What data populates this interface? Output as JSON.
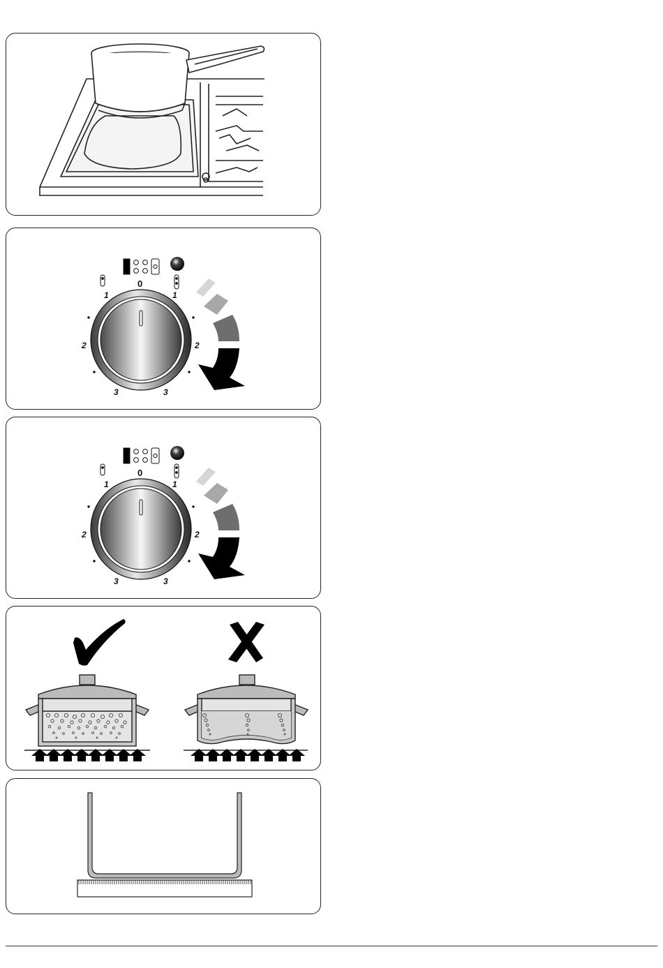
{
  "dials": [
    {
      "zero": "0",
      "left_labels": [
        "1",
        "2",
        "3"
      ],
      "right_labels": [
        "1",
        "2",
        "3"
      ]
    },
    {
      "zero": "0",
      "left_labels": [
        "1",
        "2",
        "3"
      ],
      "right_labels": [
        "1",
        "2",
        "3"
      ]
    }
  ],
  "pan_comparison": {
    "good": {
      "mark": "tick-icon"
    },
    "bad": {
      "mark": "cross-icon"
    }
  },
  "colors": {
    "outline": "#222222",
    "heat_light": "#d6d6d6",
    "heat_mid": "#a8a8a8",
    "heat_dark": "#6e6e6e",
    "heat_arrow": "#000000"
  }
}
